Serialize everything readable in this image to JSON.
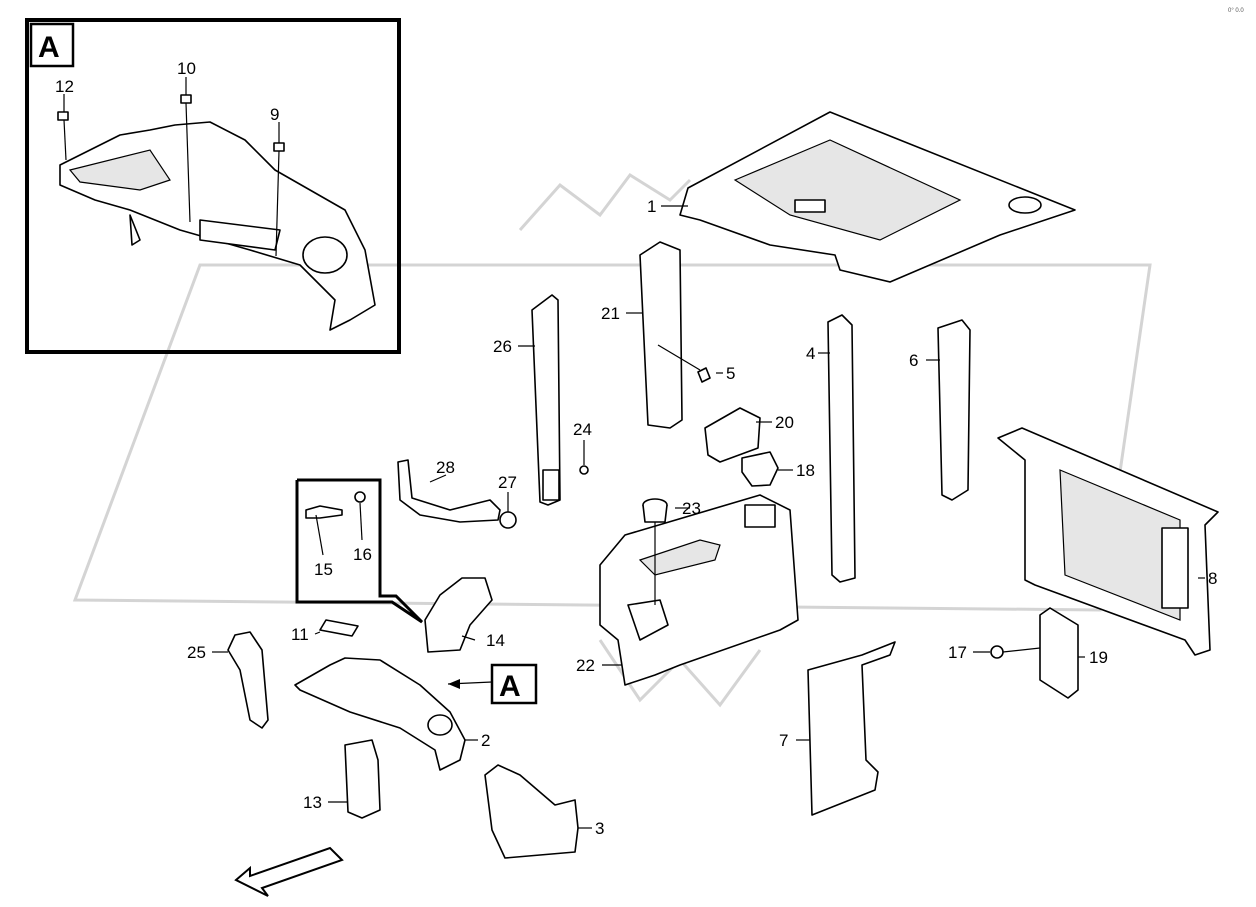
{
  "diagram": {
    "inset_label": "A",
    "view_reference_label": "A",
    "corner_mark": "0° 0.0",
    "callouts": [
      "1",
      "2",
      "3",
      "4",
      "5",
      "6",
      "7",
      "8",
      "9",
      "10",
      "11",
      "12",
      "13",
      "14",
      "15",
      "16",
      "17",
      "18",
      "19",
      "20",
      "21",
      "22",
      "23",
      "24",
      "25",
      "26",
      "27",
      "28"
    ]
  }
}
